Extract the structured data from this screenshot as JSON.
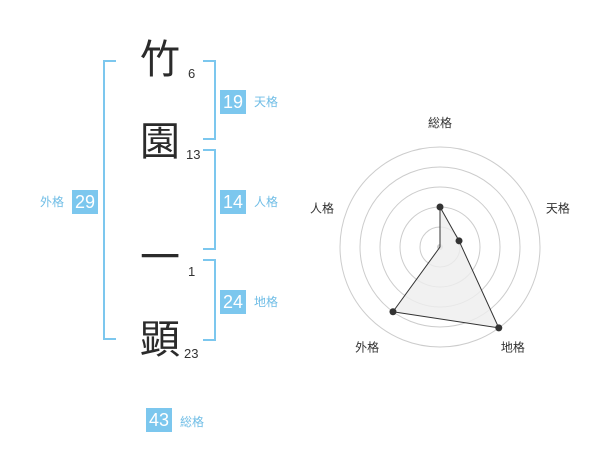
{
  "name": {
    "chars": [
      {
        "char": "竹",
        "strokes": "6"
      },
      {
        "char": "園",
        "strokes": "13"
      },
      {
        "char": "一",
        "strokes": "1"
      },
      {
        "char": "顕",
        "strokes": "23"
      }
    ]
  },
  "fortunes": {
    "tenkaku": {
      "value": "19",
      "label": "天格"
    },
    "jinkaku": {
      "value": "14",
      "label": "人格"
    },
    "chikaku": {
      "value": "24",
      "label": "地格"
    },
    "gaikaku": {
      "value": "29",
      "label": "外格"
    },
    "soukaku": {
      "value": "43",
      "label": "総格"
    }
  },
  "chart_data": {
    "type": "radar",
    "axes": [
      "総格",
      "天格",
      "地格",
      "外格",
      "人格"
    ],
    "rings": 5,
    "values": [
      2,
      1,
      5,
      4,
      0
    ],
    "max": 5,
    "colors": {
      "grid": "#cccccc",
      "fill": "#eeeeee",
      "line": "#333333",
      "point": "#333333"
    }
  }
}
